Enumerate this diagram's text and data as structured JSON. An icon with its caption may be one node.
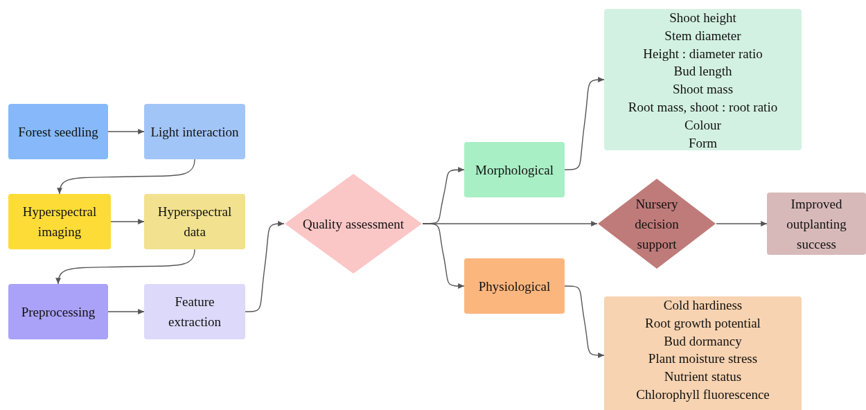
{
  "diagram": {
    "nodes": [
      {
        "text": [
          "Forest seedling"
        ]
      },
      {
        "text": [
          "Light interaction"
        ]
      },
      {
        "text": [
          "Hyperspectral imaging"
        ]
      },
      {
        "text": [
          "Hyperspectral data"
        ]
      },
      {
        "text": [
          "Preprocessing"
        ]
      },
      {
        "text": [
          "Feature extraction"
        ]
      },
      {
        "text": [
          "Quality assessment"
        ]
      },
      {
        "text": [
          "Morphological"
        ]
      },
      {
        "text": [
          "Nursery decision support"
        ]
      },
      {
        "text": [
          "Improved outplanting success"
        ]
      },
      {
        "text": [
          "Physiological"
        ]
      },
      {
        "text": [
          "Shoot height",
          "Stem diameter",
          "Height : diameter ratio",
          "Bud length",
          "Shoot mass",
          "Root mass, shoot : root ratio",
          "Colour",
          "Form"
        ]
      },
      {
        "text": [
          "Cold hardiness",
          "Root growth potential",
          "Bud dormancy",
          "Plant moisture stress",
          "Nutrient status",
          "Chlorophyll fluorescence"
        ]
      }
    ],
    "edges": [
      {
        "from": 0,
        "to": 1,
        "arrow": "to"
      },
      {
        "from": 1,
        "to": 2,
        "arrow": "to"
      },
      {
        "from": 2,
        "to": 3,
        "arrow": "to"
      },
      {
        "from": 3,
        "to": 4,
        "arrow": "to"
      },
      {
        "from": 4,
        "to": 5,
        "arrow": "to"
      },
      {
        "from": 5,
        "to": 6,
        "arrow": "to"
      },
      {
        "from": 6,
        "to": 7,
        "arrow": "to"
      },
      {
        "from": 6,
        "to": 8,
        "arrow": "to"
      },
      {
        "from": 6,
        "to": 10,
        "arrow": "to"
      },
      {
        "from": 8,
        "to": 9,
        "arrow": "to"
      },
      {
        "from": 7,
        "to": 11,
        "arrow": "to"
      },
      {
        "from": 10,
        "to": 12,
        "arrow": "to"
      }
    ]
  }
}
